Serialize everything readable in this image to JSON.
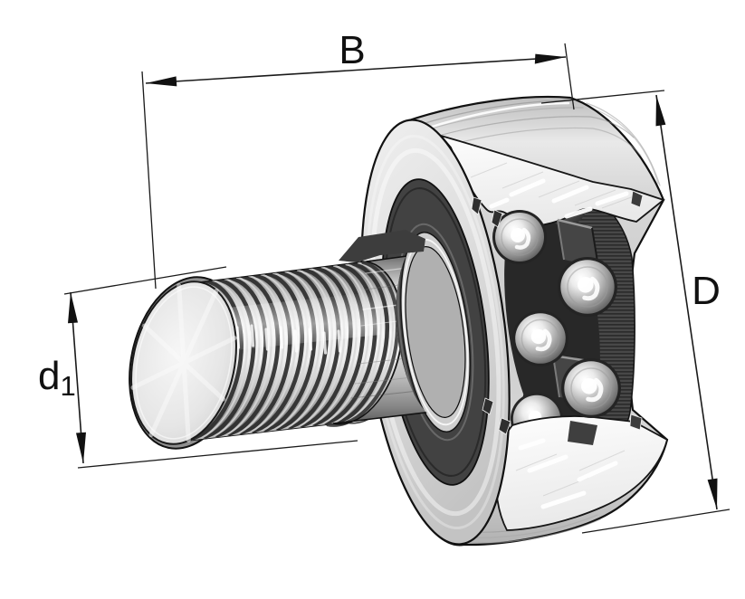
{
  "figure": {
    "description": "Technical catalog drawing of a stud-type track roller bearing: threaded stud with flat end face, smooth shaft section and cut-away double-row ball bearing",
    "background_color": "#ffffff",
    "line_color": "#1a1a1a",
    "dimensions": {
      "width_label": "B",
      "outer_diameter_label": "D",
      "stud_diameter_label": "d",
      "stud_diameter_subscript": "1"
    },
    "colors": {
      "metal_light": "#f2f2f2",
      "metal_mid": "#c9c9c9",
      "metal_dark": "#3a3a3a",
      "seal_dark": "#424242",
      "cut_face": "#f5f5f5",
      "cage_dark": "#2f2f2f"
    }
  }
}
